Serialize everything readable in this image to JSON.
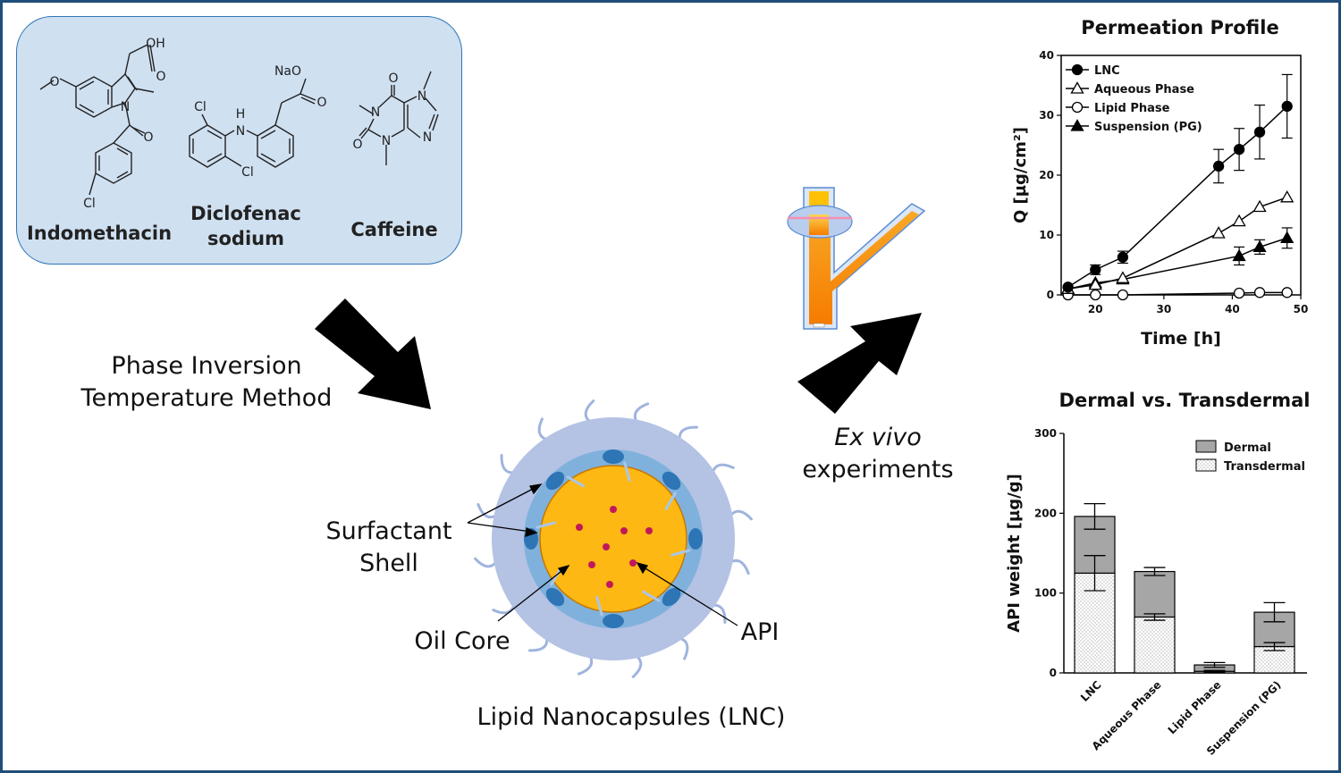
{
  "drugs": {
    "items": [
      {
        "name_lines": [
          "Indomethacin"
        ]
      },
      {
        "name_lines": [
          "Diclofenac",
          "sodium"
        ]
      },
      {
        "name_lines": [
          "Caffeine"
        ]
      }
    ],
    "atom_labels": {
      "indomethacin": [
        "OH",
        "O",
        "O",
        "N",
        "O",
        "Cl"
      ],
      "diclofenac": [
        "NaO",
        "O",
        "Cl",
        "H",
        "N",
        "Cl"
      ],
      "caffeine": [
        "O",
        "N",
        "N",
        "N",
        "N",
        "O"
      ]
    }
  },
  "method": {
    "line1": "Phase Inversion",
    "line2": "Temperature Method"
  },
  "capsule": {
    "surfactant_label_line1": "Surfactant",
    "surfactant_label_line2": "Shell",
    "core_label": "Oil Core",
    "api_label": "API",
    "caption": "Lipid Nanocapsules (LNC)"
  },
  "experiment": {
    "line1": "Ex vivo",
    "line2": "experiments"
  },
  "colors": {
    "panel_fill": "#cfe0f1",
    "outer_shell": "#b4c2e4",
    "inner_shell": "#7fb1dc",
    "core": "#fdb813",
    "surfactant_head": "#2e75b6",
    "api_dot": "#c2185b",
    "frame": "#1f4e79"
  },
  "chart_data": [
    {
      "type": "line",
      "title": "Permeation Profile",
      "xlabel": "Time [h]",
      "ylabel": "Q [µg/cm²]",
      "xlim": [
        15,
        50
      ],
      "ylim": [
        0,
        40
      ],
      "xticks": [
        20,
        30,
        40,
        50
      ],
      "yticks": [
        0,
        10,
        20,
        30,
        40
      ],
      "legend_position": "top-left",
      "series": [
        {
          "name": "LNC",
          "marker": "filled-circle",
          "x": [
            16,
            20,
            24,
            38,
            41,
            44,
            48
          ],
          "y": [
            1.3,
            4.2,
            6.3,
            21.5,
            24.3,
            27.2,
            31.5
          ],
          "err": [
            0.3,
            0.8,
            1.0,
            2.8,
            3.5,
            4.5,
            5.3
          ]
        },
        {
          "name": "Aqueous Phase",
          "marker": "open-triangle",
          "x": [
            16,
            20,
            24,
            38,
            41,
            44,
            48
          ],
          "y": [
            1.0,
            1.7,
            2.8,
            10.3,
            12.3,
            14.7,
            16.3
          ],
          "err": [
            0.2,
            0.3,
            0.4,
            0.4,
            0.4,
            0.5,
            0.6
          ]
        },
        {
          "name": "Lipid Phase",
          "marker": "open-circle",
          "x": [
            16,
            20,
            24,
            41,
            44,
            48
          ],
          "y": [
            0.0,
            0.0,
            0.0,
            0.3,
            0.4,
            0.4
          ],
          "err": [
            0.05,
            0.05,
            0.05,
            0.1,
            0.1,
            0.1
          ]
        },
        {
          "name": "Suspension (PG)",
          "marker": "filled-triangle",
          "x": [
            16,
            20,
            24,
            41,
            44,
            48
          ],
          "y": [
            1.0,
            2.0,
            2.6,
            6.5,
            8.0,
            9.5
          ],
          "err": [
            0.2,
            0.3,
            0.4,
            1.5,
            1.2,
            1.7
          ]
        }
      ]
    },
    {
      "type": "bar",
      "stacked": true,
      "title": "Dermal vs. Transdermal",
      "xlabel": "",
      "ylabel": "API weight [µg/g]",
      "ylim": [
        0,
        300
      ],
      "yticks": [
        0,
        100,
        200,
        300
      ],
      "legend_position": "top-right",
      "categories": [
        "LNC",
        "Aqueous Phase",
        "Lipid Phase",
        "Suspension (PG)"
      ],
      "series": [
        {
          "name": "Transdermal",
          "fill": "dotted",
          "values": [
            125,
            70,
            2,
            33
          ],
          "err": [
            22,
            4,
            1,
            5
          ]
        },
        {
          "name": "Dermal",
          "fill": "gray",
          "values": [
            71,
            57,
            8,
            43
          ],
          "err": [
            16,
            5,
            3,
            12
          ]
        }
      ]
    }
  ]
}
